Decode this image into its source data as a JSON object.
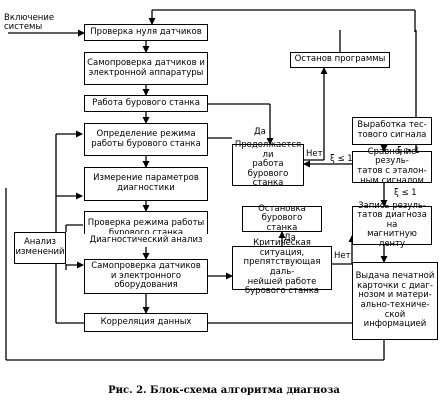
{
  "diagram": {
    "start_label": "Включение\nсистемы",
    "boxes": {
      "b1": "Проверка нуля датчиков",
      "b2": "Самопроверка датчиков и\nэлектронной аппаратуры",
      "b3": "Работа бурового станка",
      "b4": "Определение режима\nработы бурового станка",
      "b5": "Измерение параметров\nдиагностики",
      "b6": "Проверка режима работы\nбурового станка",
      "b7": "Диагностический анализ",
      "b8": "Самопроверка датчиков\nи электронного\nоборудования",
      "b9": "Корреляция данных",
      "b10": "Анализ\nизменений",
      "r1": "Останов программы",
      "r2": "Продолжается ли\nработа бурового\nстанка",
      "r3": "Выработка тес-\nтового сигнала",
      "r4": "Сравнение резуль-\nтатов с эталон-\nным сигналом",
      "r5": "Запись резуль-\nтатов диагноза на\nмагнитную ленту",
      "r6": "Выдача печатной\nкарточки с диаг-\nнозом и матери-\nально-техниче-\nской информацией",
      "m1": "Остановка\nбурового станка",
      "m2": "Критическая ситуация,\nпрепятствующая даль-\nнейшей работе\nбурового станка"
    },
    "labels": {
      "yes1": "Да",
      "no1": "Нет",
      "yes2": "Да",
      "no2": "Нет",
      "xi_gt": "ξ > 1",
      "xi_le_a": "ξ ≤ 1",
      "xi_le_b": "ξ ≤ 1"
    },
    "caption": "Рис. 2. Блок-схема алгоритма диагноза"
  }
}
